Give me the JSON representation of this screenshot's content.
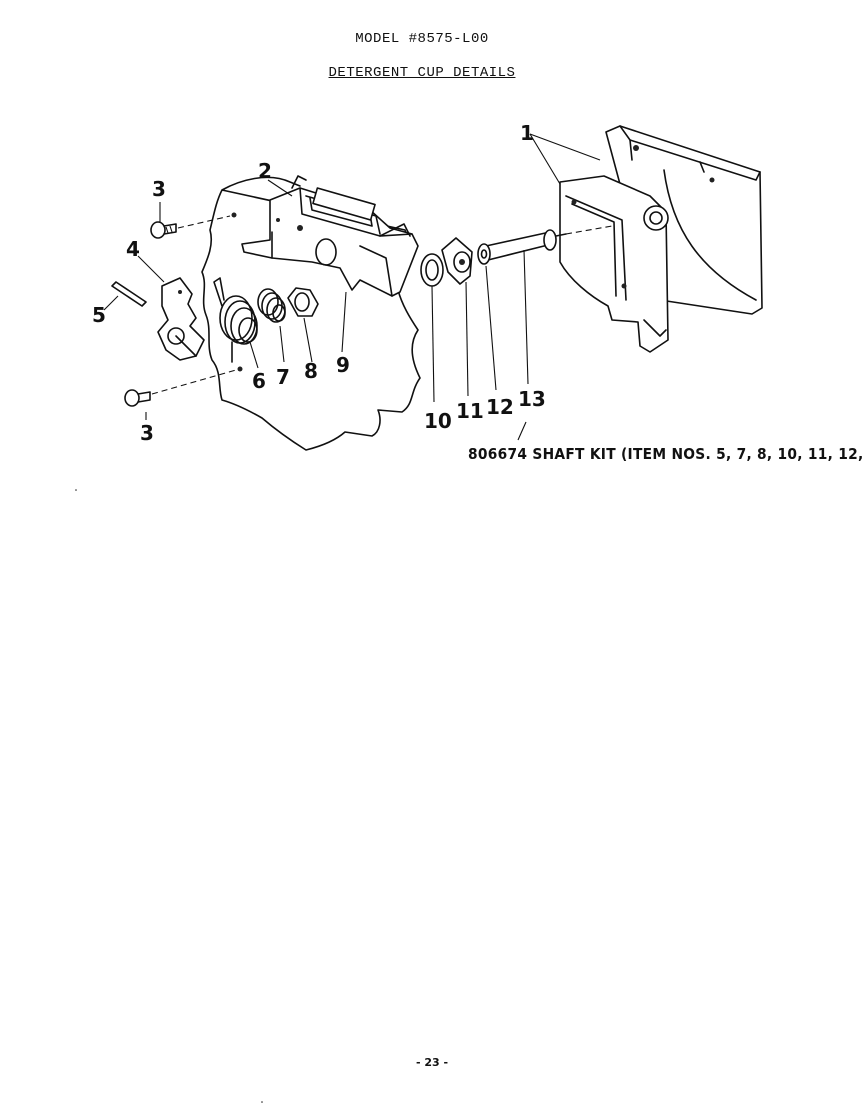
{
  "header": {
    "model": "MODEL #8575-L00",
    "section_title": "DETERGENT CUP DETAILS"
  },
  "callouts": {
    "p1": "1",
    "p2": "2",
    "p3_top": "3",
    "p3_bottom": "3",
    "p4": "4",
    "p5": "5",
    "p6": "6",
    "p7": "7",
    "p8": "8",
    "p9": "9",
    "p10": "10",
    "p11": "11",
    "p12": "12",
    "p13": "13"
  },
  "kit_note": "806674  SHAFT KIT (ITEM NOS. 5, 7, 8, 10, 11, 12, &",
  "page_number": "- 23 -"
}
